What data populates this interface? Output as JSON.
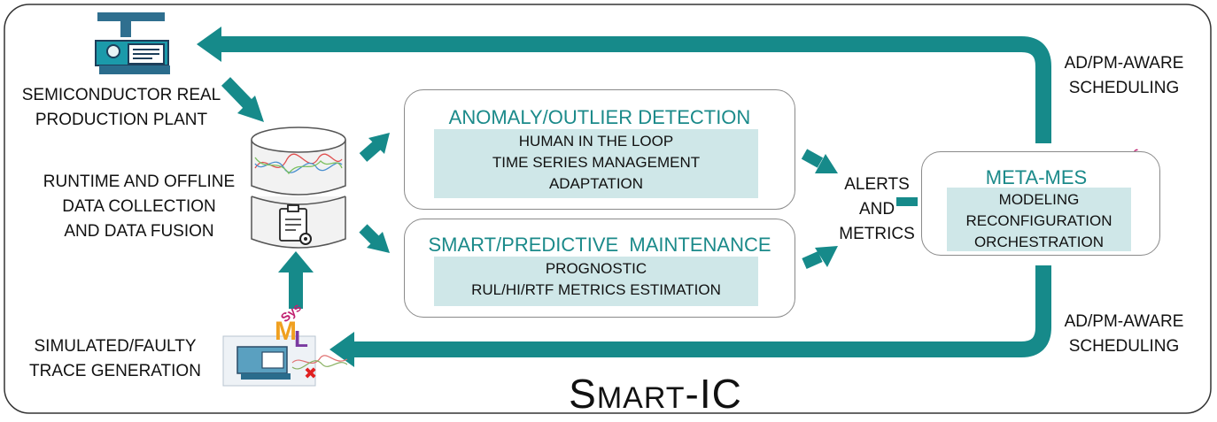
{
  "title": {
    "s": "S",
    "mart": "MART",
    "suffix": "-IC"
  },
  "plant": {
    "line1": "SEMICONDUCTOR REAL",
    "line2": "PRODUCTION PLANT"
  },
  "data_collection": {
    "line1": "RUNTIME AND OFFLINE",
    "line2": "DATA COLLECTION",
    "line3": "AND DATA FUSION"
  },
  "simulation": {
    "line1": "SIMULATED/FAULTY",
    "line2": "TRACE GENERATION"
  },
  "anomaly": {
    "title": "ANOMALY/OUTLIER DETECTION",
    "items": [
      "HUMAN IN THE LOOP",
      "TIME SERIES MANAGEMENT",
      "ADAPTATION"
    ]
  },
  "maintenance": {
    "title": "SMART/PREDICTIVE  MAINTENANCE",
    "items": [
      "PROGNOSTIC",
      "RUL/HI/RTF METRICS ESTIMATION"
    ]
  },
  "alerts": {
    "line1": "ALERTS",
    "line2": "AND",
    "line3": "METRICS"
  },
  "meta_mes": {
    "title": "META-MES",
    "items": [
      "MODELING",
      "RECONFIGURATION",
      "ORCHESTRATION"
    ]
  },
  "scheduling_top": {
    "line1": "AD/PM-AWARE",
    "line2": "SCHEDULING"
  },
  "scheduling_bottom": {
    "line1": "AD/PM-AWARE",
    "line2": "SCHEDULING"
  },
  "sysml_logo_text": "SysML",
  "colors": {
    "accent": "#1b8a8a",
    "panel": "#cfe7e8",
    "arrow": "#168a8a"
  }
}
